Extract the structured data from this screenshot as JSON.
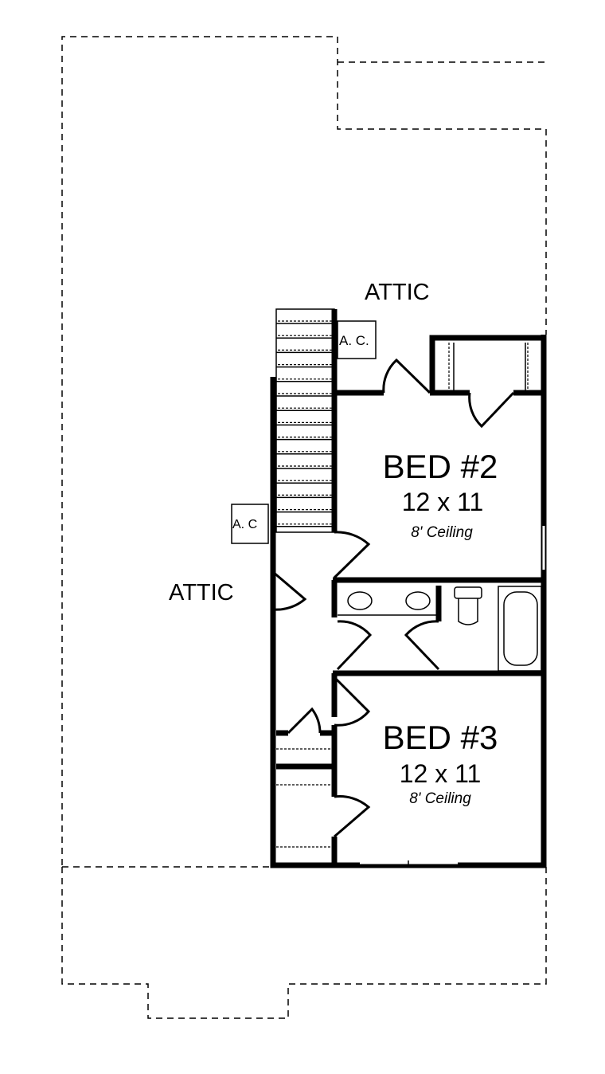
{
  "plan": {
    "attic_labels": [
      "ATTIC",
      "ATTIC"
    ],
    "ac_labels": [
      "A. C.",
      "A. C"
    ],
    "rooms": [
      {
        "name": "BED #2",
        "size": "12 x 11",
        "ceiling": "8' Ceiling"
      },
      {
        "name": "BED #3",
        "size": "12 x 11",
        "ceiling": "8' Ceiling"
      }
    ]
  }
}
